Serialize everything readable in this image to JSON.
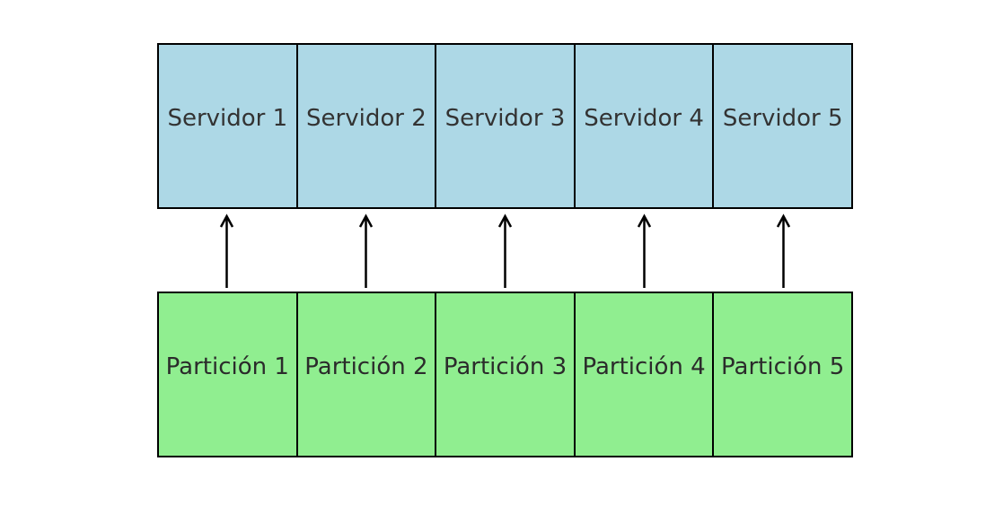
{
  "colors": {
    "server_fill": "#add8e6",
    "partition_fill": "#90ee90",
    "border": "#000000",
    "arrow": "#000000"
  },
  "servers": [
    {
      "label": "Servidor 1"
    },
    {
      "label": "Servidor 2"
    },
    {
      "label": "Servidor 3"
    },
    {
      "label": "Servidor 4"
    },
    {
      "label": "Servidor 5"
    }
  ],
  "partitions": [
    {
      "label": "Partición 1"
    },
    {
      "label": "Partición 2"
    },
    {
      "label": "Partición 3"
    },
    {
      "label": "Partición 4"
    },
    {
      "label": "Partición 5"
    }
  ],
  "arrows": [
    {
      "from": "Partición 1",
      "to": "Servidor 1",
      "direction": "up"
    },
    {
      "from": "Partición 2",
      "to": "Servidor 2",
      "direction": "up"
    },
    {
      "from": "Partición 3",
      "to": "Servidor 3",
      "direction": "up"
    },
    {
      "from": "Partición 4",
      "to": "Servidor 4",
      "direction": "up"
    },
    {
      "from": "Partición 5",
      "to": "Servidor 5",
      "direction": "up"
    }
  ]
}
